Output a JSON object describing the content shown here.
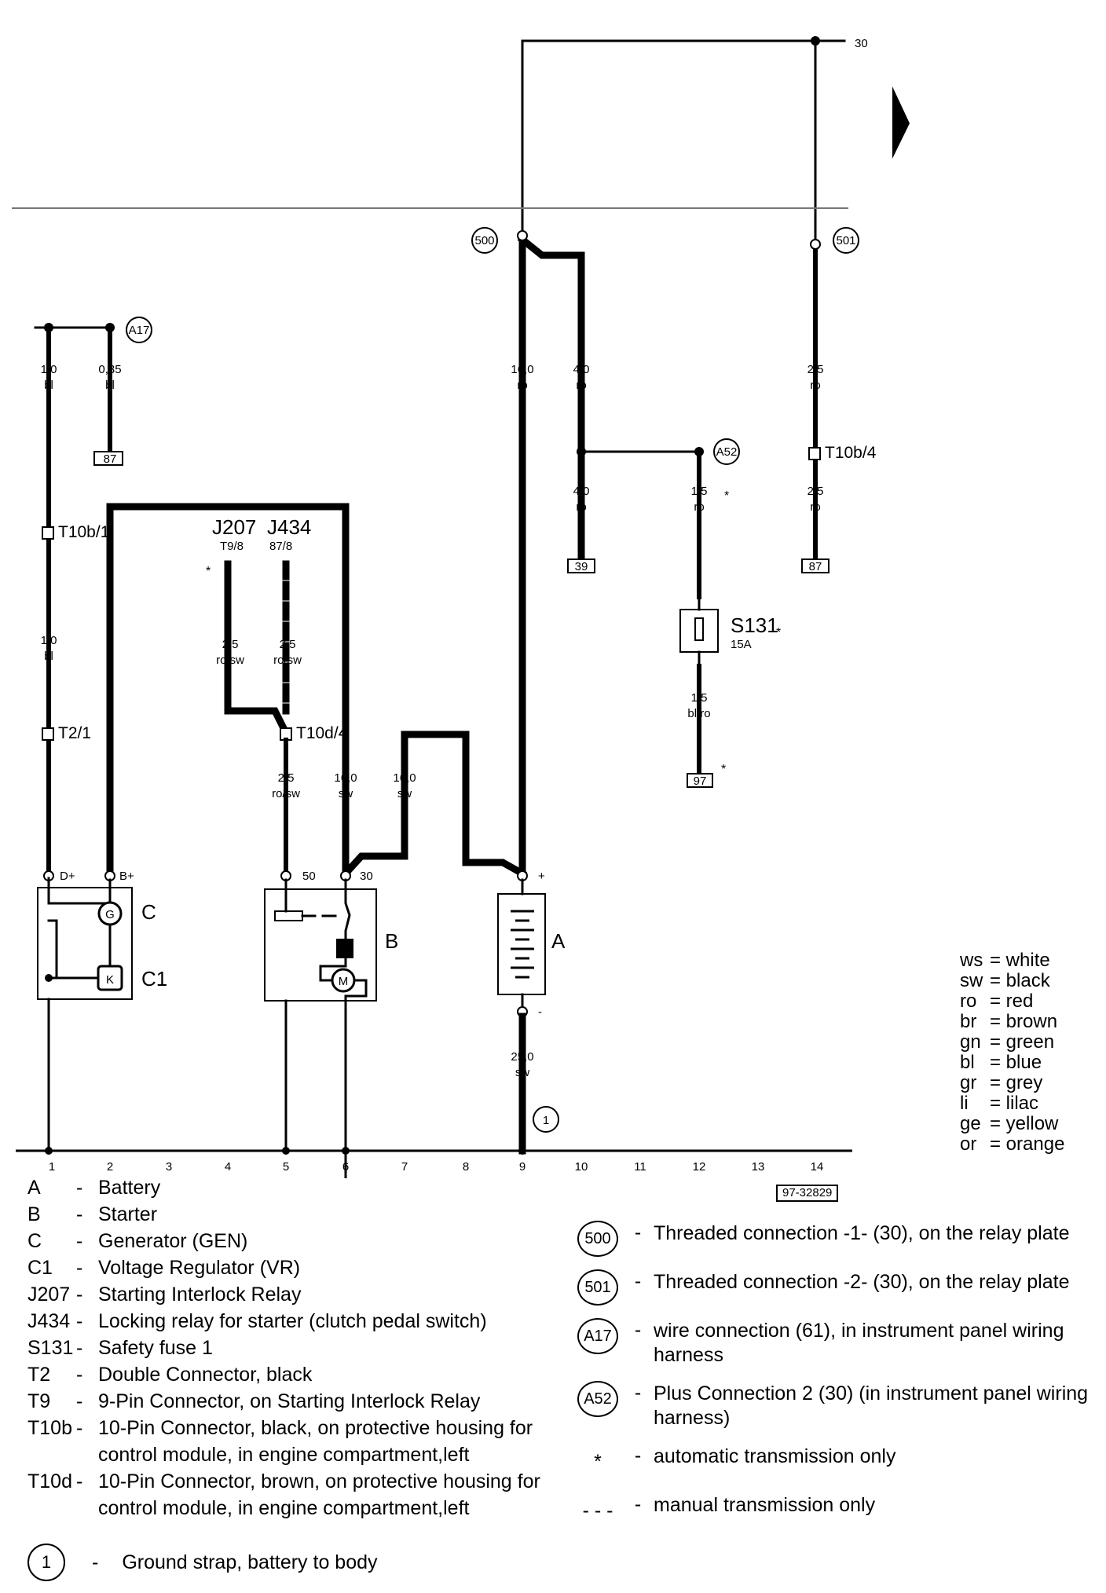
{
  "diagram": {
    "terminal_30": "30",
    "arrow_icon": "right-triangle",
    "connections": {
      "c500": "500",
      "c501": "501",
      "a17": "A17",
      "a52": "A52",
      "ground1": "1"
    },
    "wire_labels": {
      "w1": [
        "1,0",
        "bl"
      ],
      "w2": [
        "0,35",
        "bl"
      ],
      "w3": [
        "1,0",
        "bl"
      ],
      "w4": [
        "2,5",
        "ro/sw"
      ],
      "w5": [
        "2,5",
        "ro/sw"
      ],
      "w6": [
        "2,5",
        "ro/sw"
      ],
      "w7": [
        "16,0",
        "sw"
      ],
      "w8": [
        "16,0",
        "sw"
      ],
      "w9": [
        "16,0",
        "ro"
      ],
      "w10": [
        "4,0",
        "ro"
      ],
      "w11": [
        "4,0",
        "ro"
      ],
      "w12": [
        "1,5",
        "ro"
      ],
      "w13": [
        "1,5",
        "bl/ro"
      ],
      "w14": [
        "2,5",
        "ro"
      ],
      "w15": [
        "2,5",
        "ro"
      ],
      "w16": [
        "25,0",
        "sw"
      ]
    },
    "connectors": {
      "t10b1": "T10b/1",
      "t21": "T2/1",
      "t10d4": "T10d/4",
      "t10b4": "T10b/4"
    },
    "relays": {
      "j207": "J207",
      "j207_pin": "T9/8",
      "j434": "J434",
      "j434_pin": "87/8"
    },
    "fuse": {
      "label": "S131",
      "rating": "15A"
    },
    "refs": {
      "r87a": "87",
      "r39": "39",
      "r87b": "87",
      "r97": "97"
    },
    "terminals": {
      "d_plus": "D+",
      "b_plus": "B+",
      "t50": "50",
      "t30": "30",
      "plus": "+",
      "minus": "-"
    },
    "components": {
      "c": "C",
      "c1": "C1",
      "b": "B",
      "a": "A",
      "gen_symbol": "G",
      "reg_symbol": "K",
      "motor_symbol": "M"
    },
    "asterisk": "*",
    "track_numbers": [
      "1",
      "2",
      "3",
      "4",
      "5",
      "6",
      "7",
      "8",
      "9",
      "10",
      "11",
      "12",
      "13",
      "14"
    ],
    "doc_id": "97-32829"
  },
  "colors": [
    {
      "abbr": "ws",
      "name": "= white"
    },
    {
      "abbr": "sw",
      "name": "= black"
    },
    {
      "abbr": "ro",
      "name": "= red"
    },
    {
      "abbr": "br",
      "name": "= brown"
    },
    {
      "abbr": "gn",
      "name": "= green"
    },
    {
      "abbr": "bl",
      "name": "= blue"
    },
    {
      "abbr": "gr",
      "name": "= grey"
    },
    {
      "abbr": "li",
      "name": "= lilac"
    },
    {
      "abbr": "ge",
      "name": "= yellow"
    },
    {
      "abbr": "or",
      "name": "= orange"
    }
  ],
  "legend": [
    {
      "code": "A",
      "text": "Battery"
    },
    {
      "code": "B",
      "text": "Starter"
    },
    {
      "code": "C",
      "text": "Generator (GEN)"
    },
    {
      "code": "C1",
      "text": "Voltage Regulator (VR)"
    },
    {
      "code": "J207",
      "text": "Starting Interlock Relay"
    },
    {
      "code": "J434",
      "text": "Locking relay for starter  (clutch pedal switch)"
    },
    {
      "code": "S131",
      "text": "Safety fuse 1"
    },
    {
      "code": "T2",
      "text": "Double Connector, black"
    },
    {
      "code": "T9",
      "text": "9-Pin Connector, on Starting Interlock Relay"
    },
    {
      "code": "T10b",
      "text": "10-Pin Connector, black, on protective housing for control module, in engine compartment,left"
    },
    {
      "code": "T10d",
      "text": "10-Pin Connector, brown, on protective housing for control module, in engine compartment,left"
    }
  ],
  "legend_dash": "-",
  "conn_legend": [
    {
      "sym": "500",
      "text": "Threaded connection -1- (30), on the relay plate"
    },
    {
      "sym": "501",
      "text": "Threaded connection -2- (30), on the relay plate"
    },
    {
      "sym": "A17",
      "text": "wire connection (61), in instrument panel wiring harness"
    },
    {
      "sym": "A52",
      "text": "Plus Connection 2 (30) (in instrument panel wiring harness)"
    }
  ],
  "notes": [
    {
      "sym": "*",
      "text": "automatic transmission only"
    },
    {
      "sym": "- - -",
      "text": "manual transmission only"
    }
  ],
  "ground_legend": {
    "sym": "1",
    "text": "Ground strap, battery to body"
  }
}
